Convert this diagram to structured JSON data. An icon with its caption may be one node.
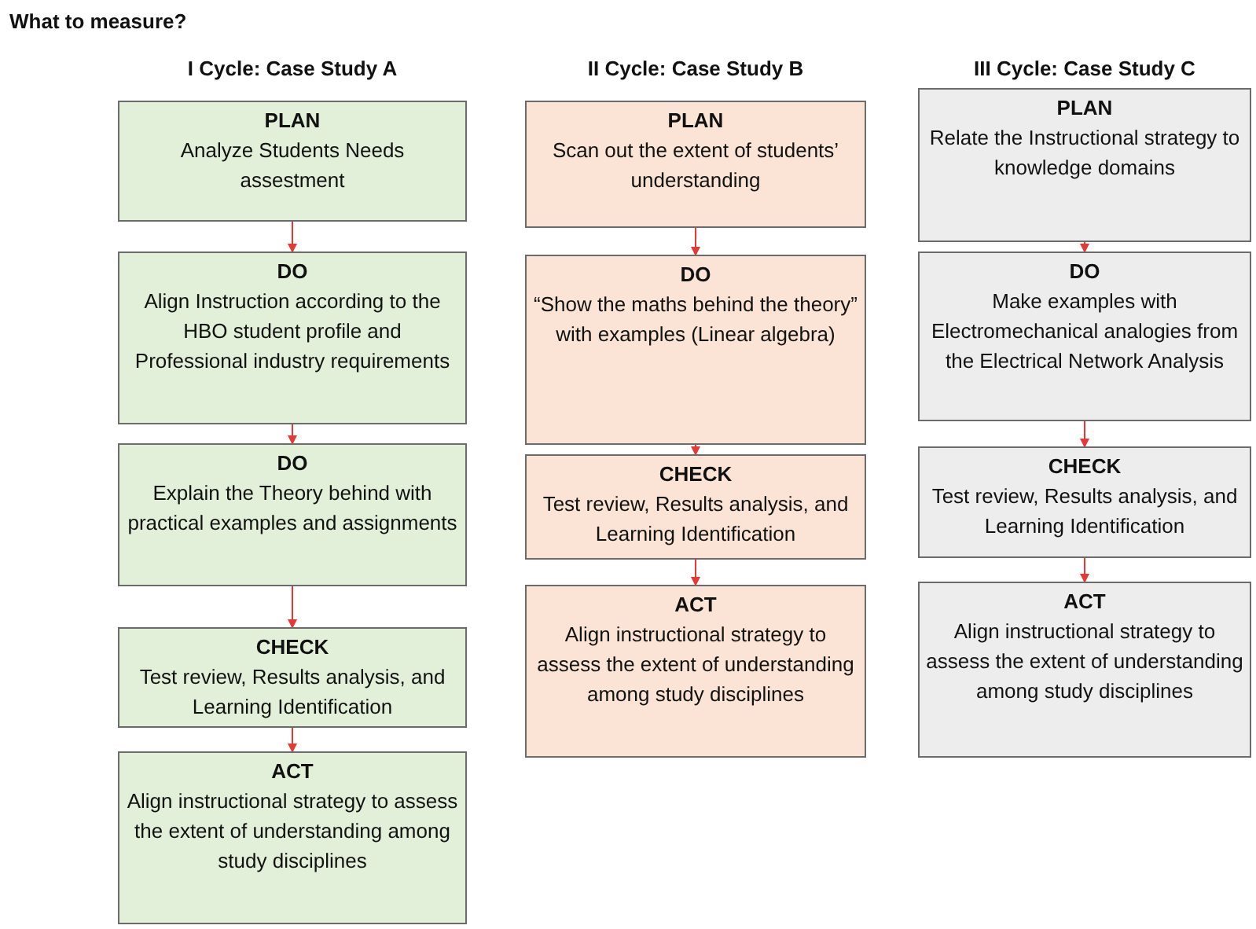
{
  "diagram": {
    "title": "What to measure?",
    "nodes": [
      {
        "text": [
          "PLAN",
          "Analyze Students Needs assestment"
        ]
      },
      {
        "text": [
          "DO",
          "Align Instruction according to the HBO student profile and Professional industry requirements"
        ]
      },
      {
        "text": [
          "DO",
          "Explain the Theory behind with practical examples and assignments"
        ]
      },
      {
        "text": [
          "CHECK",
          "Test review, Results analysis, and Learning Identification"
        ]
      },
      {
        "text": [
          "ACT",
          "Align instructional strategy to assess the extent of understanding among study disciplines"
        ]
      },
      {
        "text": [
          "PLAN",
          "Scan out the  extent of students’ understanding"
        ]
      },
      {
        "text": [
          "DO",
          "“Show the maths behind the theory” with examples (Linear algebra)"
        ]
      },
      {
        "text": [
          "CHECK",
          "Test review, Results analysis, and Learning Identification"
        ]
      },
      {
        "text": [
          "ACT",
          "Align instructional strategy to assess the extent of understanding among study disciplines"
        ]
      },
      {
        "text": [
          "PLAN",
          "Relate the Instructional strategy to knowledge domains"
        ]
      },
      {
        "text": [
          "DO",
          "Make examples with Electromechanical analogies from the  Electrical Network Analysis"
        ]
      },
      {
        "text": [
          "CHECK",
          "Test review, Results analysis, and Learning Identification"
        ]
      },
      {
        "text": [
          "ACT",
          "Align instructional strategy to assess the extent of understanding among study disciplines"
        ]
      }
    ],
    "edges": [
      {
        "from": 0,
        "to": 1,
        "arrow": "to"
      },
      {
        "from": 1,
        "to": 2,
        "arrow": "to"
      },
      {
        "from": 2,
        "to": 3,
        "arrow": "to"
      },
      {
        "from": 3,
        "to": 4,
        "arrow": "to"
      },
      {
        "from": 5,
        "to": 6,
        "arrow": "to"
      },
      {
        "from": 6,
        "to": 7,
        "arrow": "to"
      },
      {
        "from": 7,
        "to": 8,
        "arrow": "to"
      },
      {
        "from": 9,
        "to": 10,
        "arrow": "to"
      },
      {
        "from": 10,
        "to": 11,
        "arrow": "to"
      },
      {
        "from": 11,
        "to": 12,
        "arrow": "to"
      }
    ],
    "labels": [
      "I Cycle: Case Study A",
      "II Cycle: Case Study B",
      "III Cycle: Case Study C"
    ]
  }
}
